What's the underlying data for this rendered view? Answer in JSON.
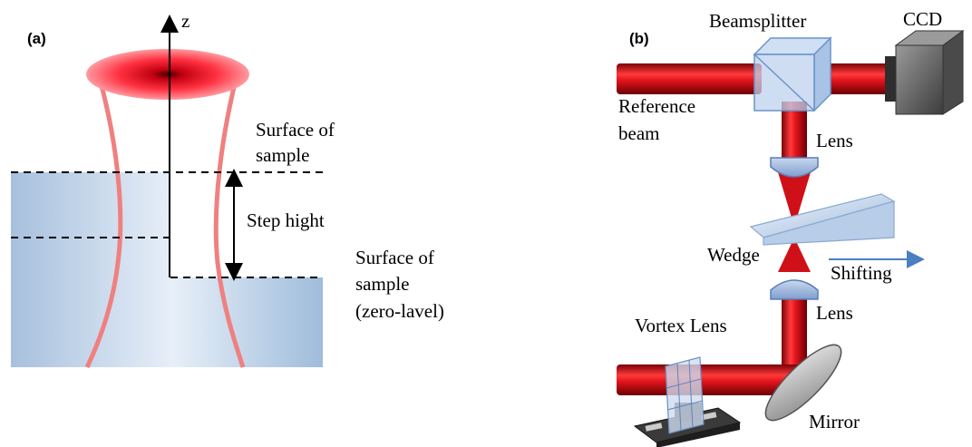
{
  "panel_a": {
    "panel_label": "(a)",
    "axis_label": "z",
    "surface_label_1": "Surface of",
    "surface_label_2": "sample",
    "step_label": "Step hight",
    "zero_label_1": "Surface of",
    "zero_label_2": "sample",
    "zero_label_3": "(zero-lavel)"
  },
  "panel_b": {
    "panel_label": "(b)",
    "beamsplitter_label": "Beamsplitter",
    "ccd_label": "CCD",
    "reference_label_1": "Reference",
    "reference_label_2": "beam",
    "lens_top_label": "Lens",
    "wedge_label": "Wedge",
    "shifting_label": "Shifting",
    "lens_bottom_label": "Lens",
    "vortex_label": "Vortex Lens",
    "mirror_label": "Mirror"
  },
  "colors": {
    "beam_red": "#c8161d",
    "beam_light": "#ff8080",
    "sample_blue": "#a9c4e0",
    "arrow_blue": "#4a7fc1"
  }
}
